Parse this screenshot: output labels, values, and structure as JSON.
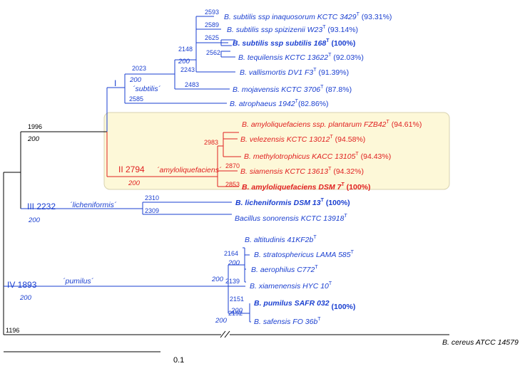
{
  "colors": {
    "blue": "#1a3fd0",
    "red": "#e02020",
    "black": "#000000",
    "highlight_fill": "#fdf8d8",
    "highlight_stroke": "#d8d2b0"
  },
  "leaves": [
    {
      "name": "B. subtilis ssp  inaquosorum KCTC 3429",
      "sup": "T",
      "pct": " (93.31%)"
    },
    {
      "name": "B. subtilis ssp  spizizenii W23",
      "sup": "T",
      "pct": " (93.14%)"
    },
    {
      "name": "B. subtilis ssp  subtilis 168",
      "sup": "T",
      "pct": " (100%)"
    },
    {
      "name": "B. tequilensis KCTC 13622",
      "sup": "T",
      "pct": " (92.03%)"
    },
    {
      "name": "B. vallismortis DV1 F3",
      "sup": "T",
      "pct": " (91.39%)"
    },
    {
      "name": "B. mojavensis KCTC 3706",
      "sup": "T",
      "pct": " (87.8%)"
    },
    {
      "name": "B. atrophaeus 1942",
      "sup": "T",
      "pct": "(82.86%)"
    },
    {
      "name": "B. amyloliquefaciens ssp. plantarum FZB42",
      "sup": "T",
      "pct": " (94.61%)"
    },
    {
      "name": "B. velezensis KCTC 13012",
      "sup": "T",
      "pct": " (94.58%)"
    },
    {
      "name": "B. methylotrophicus KACC 13105",
      "sup": "T",
      "pct": " (94.43%)"
    },
    {
      "name": "B. siamensis KCTC 13613",
      "sup": "T",
      "pct": " (94.32%)"
    },
    {
      "name": "B. amyloliquefaciens DSM 7",
      "sup": "T",
      "pct": " (100%)"
    },
    {
      "name": "B. licheniformis DSM 13",
      "sup": "T",
      "pct": " (100%)"
    },
    {
      "name": "Bacillus sonorensis KCTC 13918",
      "sup": "T",
      "pct": ""
    },
    {
      "name": "B. altitudinis 41KF2b",
      "sup": "T",
      "pct": ""
    },
    {
      "name": "B. stratosphericus LAMA 585",
      "sup": "T",
      "pct": ""
    },
    {
      "name": "B. aerophilus C772",
      "sup": "T",
      "pct": ""
    },
    {
      "name": "B. xiamenensis HYC 10",
      "sup": "T",
      "pct": ""
    },
    {
      "name": "B. pumilus SAFR 032",
      "sup": "",
      "pct": "   (100%)"
    },
    {
      "name": "B. safensis FO 36b",
      "sup": "T",
      "pct": ""
    },
    {
      "name": "B. cereus ATCC 14579",
      "sup": "",
      "pct": ""
    }
  ],
  "node_numbers": [
    "2593",
    "2589",
    "2625",
    "2562",
    "2148",
    "2243",
    "2023",
    "2483",
    "2585",
    "1996",
    "2983",
    "2870",
    "2853",
    "2310",
    "2309",
    "2164",
    "2139",
    "2151",
    "2192",
    "1196"
  ],
  "bootstraps": [
    "200",
    "200",
    "200",
    "200",
    "200",
    "200",
    "200",
    "200",
    "200",
    "200"
  ],
  "clades": {
    "c1": {
      "roman": "I",
      "name": "´subtilis´"
    },
    "c2": {
      "roman": "II 2794",
      "name": "´amyloliquefaciens´"
    },
    "c3": {
      "roman": "III 2232",
      "name": "´licheniformis´"
    },
    "c4": {
      "roman": "IV 1893",
      "name": "´pumilus´"
    }
  },
  "scale_label": "0.1"
}
